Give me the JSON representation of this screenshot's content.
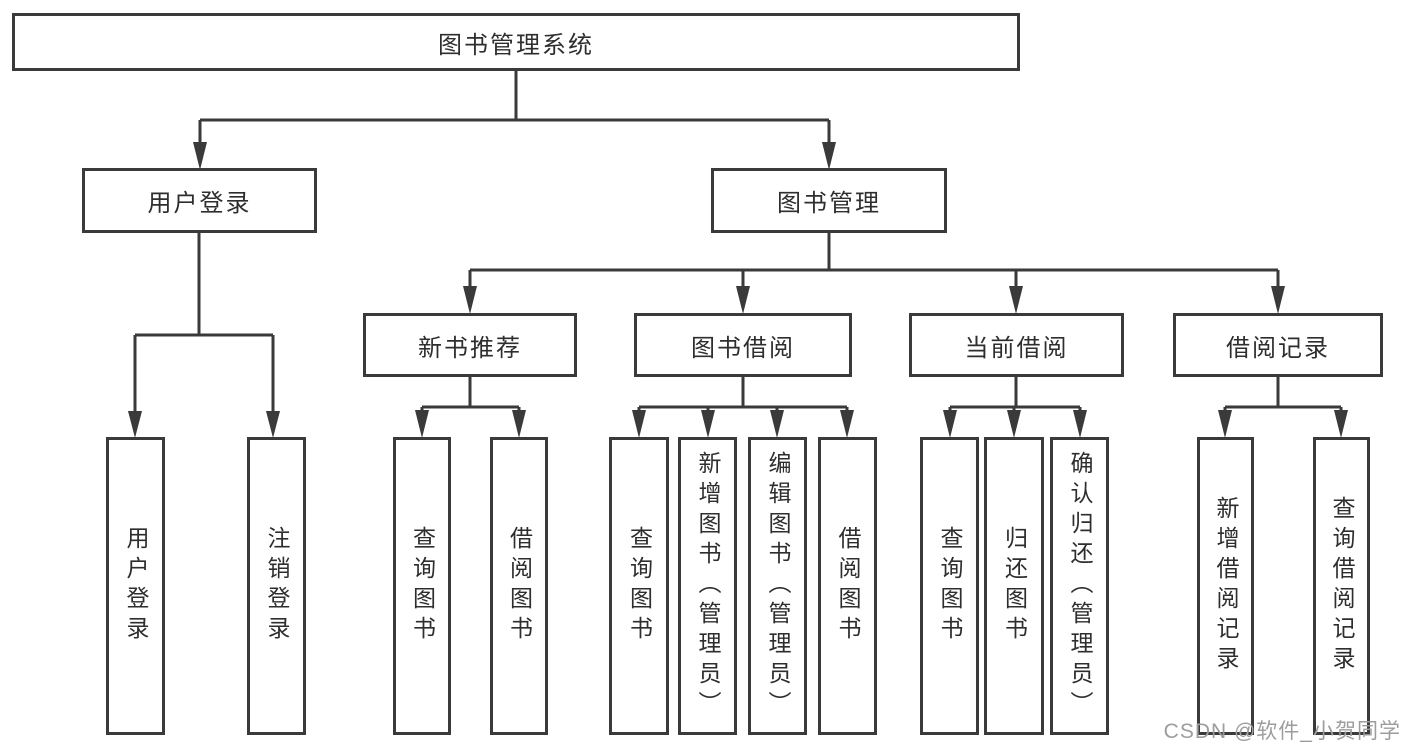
{
  "diagram": {
    "root": {
      "label": "图书管理系统"
    },
    "branches": [
      {
        "label": "用户登录"
      },
      {
        "label": "图书管理"
      }
    ],
    "modules": [
      {
        "label": "新书推荐"
      },
      {
        "label": "图书借阅"
      },
      {
        "label": "当前借阅"
      },
      {
        "label": "借阅记录"
      }
    ],
    "leaves": [
      {
        "label": "用户登录"
      },
      {
        "label": "注销登录"
      },
      {
        "label": "查询图书"
      },
      {
        "label": "借阅图书"
      },
      {
        "label": "查询图书"
      },
      {
        "label": "新增图书（管理员）"
      },
      {
        "label": "编辑图书（管理员）"
      },
      {
        "label": "借阅图书"
      },
      {
        "label": "查询图书"
      },
      {
        "label": "归还图书"
      },
      {
        "label": "确认归还（管理员）"
      },
      {
        "label": "新增借阅记录"
      },
      {
        "label": "查询借阅记录"
      }
    ]
  },
  "watermark": "CSDN @软件_小贺同学",
  "colors": {
    "line": "#3a3a3a",
    "text": "#2e2e2e",
    "watermark": "#9d9d9d",
    "background": "#ffffff"
  }
}
